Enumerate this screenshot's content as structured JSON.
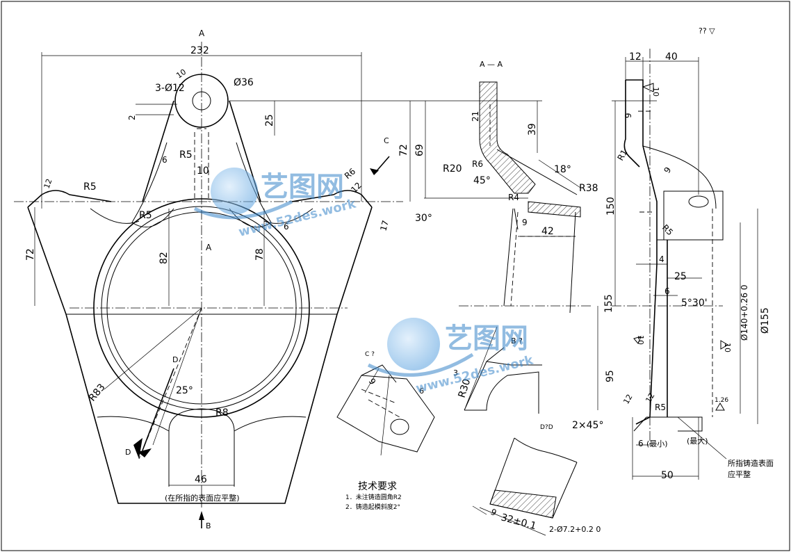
{
  "dimensions": {
    "overall_width": "232",
    "holes": "3-Ø12",
    "boss_dia": "Ø36",
    "top_offset": "2",
    "rib_width": "10",
    "rib_radius": "R5",
    "small_edge": "10",
    "height_25": "25",
    "height_72_right": "72",
    "height_69": "69",
    "left_r5": "R5",
    "left_12": "12",
    "left_72": "72",
    "inner_r5": "R5",
    "h82": "82",
    "h78": "78",
    "rib6": "6",
    "rib6_left": "6",
    "r6": "R6",
    "right_12": "12",
    "right_17": "17",
    "angle30": "30°",
    "r83": "R83",
    "angle25": "25°",
    "r8": "R8",
    "width46": "46",
    "flat_note": "(在所指的表面应平整)",
    "section_A": "A",
    "section_A_center": "A",
    "view_B": "B",
    "view_C": "C",
    "view_D": "D",
    "view_D_bottom": "D",
    "top_right_mark": "?? ▽",
    "left_10": "10"
  },
  "section_aa": {
    "title": "A — A",
    "d21": "21",
    "d39": "39",
    "d18": "18°",
    "r20": "R20",
    "r6": "R6",
    "a45": "45°",
    "r38": "R38",
    "r4": "R4",
    "d9": "9",
    "d42": "42"
  },
  "view_b": {
    "title": "B ?",
    "r30": "R30",
    "d3": "3"
  },
  "view_c": {
    "title": "C ?",
    "d9": "9",
    "d6": "6"
  },
  "view_dd": {
    "title": "D?D",
    "d9": "9",
    "d32": "32±0.1",
    "holes": "2-Ø7.2+0.2 0"
  },
  "side_view": {
    "d12": "12",
    "d40": "40",
    "d10": "10",
    "d9a": "9",
    "d9b": "9",
    "r1": "R1",
    "d150": "150",
    "r5": "R5",
    "d4": "4",
    "d25": "25",
    "d6": "6",
    "d155": "155",
    "taper": "5°30'",
    "dia140": "Ø140+0.26 0",
    "dia155": "Ø155",
    "d10b": "10",
    "d10c": "10",
    "d95": "95",
    "chamfer": "2×45°",
    "d6b": "6",
    "min": "(最小)",
    "max": "(最大)",
    "d50": "50",
    "r5b": "R5",
    "d12b": "12",
    "d12c": "12",
    "rough": "1.26",
    "note": "所指铸造表面",
    "note2": "应平整"
  },
  "tech_requirements": {
    "title": "技术要求",
    "items": [
      "1．未注铸造圆角R2",
      "2．铸造起模斜度2°"
    ]
  },
  "watermark": {
    "brand": "艺图网",
    "url": "www.52des.work"
  }
}
